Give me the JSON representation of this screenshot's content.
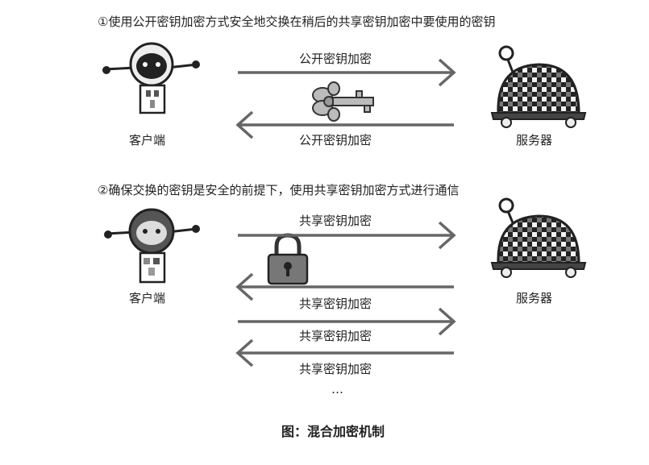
{
  "step1": {
    "text": "①使用公开密钥加密方式安全地交换在稍后的共享密钥加密中要使用的密钥",
    "arrow_top_label": "公开密钥加密",
    "arrow_bottom_label": "公开密钥加密",
    "client_label": "客户端",
    "server_label": "服务器"
  },
  "step2": {
    "text": "②确保交换的密钥是安全的前提下，使用共享密钥加密方式进行通信",
    "arrow_labels": [
      "共享密钥加密",
      "共享密钥加密",
      "共享密钥加密",
      "共享密钥加密"
    ],
    "ellipsis": "…",
    "client_label": "客户端",
    "server_label": "服务器"
  },
  "caption": "图：混合加密机制"
}
